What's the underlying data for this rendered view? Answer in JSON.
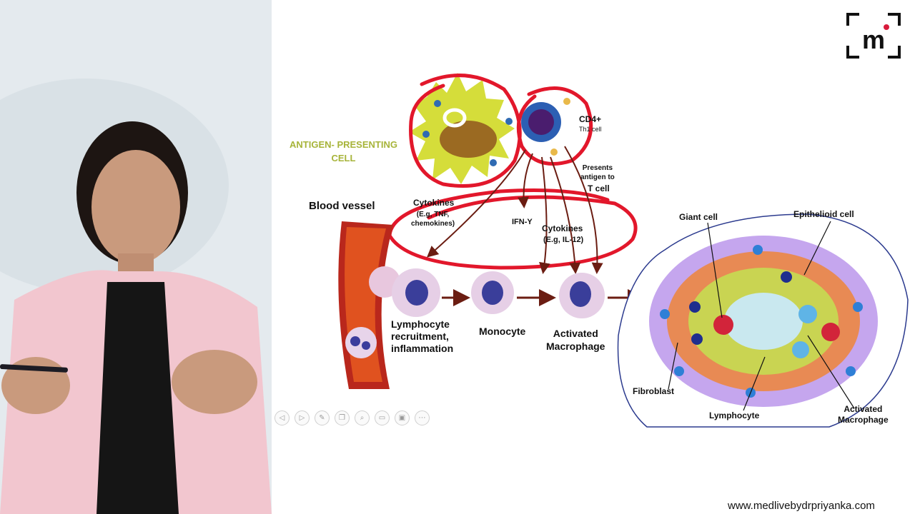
{
  "diagram": {
    "apc_label": "ANTIGEN- PRESENTING\nCELL",
    "cd4_label": "CD4+",
    "th1_label": "Th1 cell",
    "presents_label": "Presents\nantigen to",
    "tcell_label": "T cell",
    "blood_vessel_label": "Blood vessel",
    "cytokines1_label": "Cytokines",
    "cytokines1_sub": "(E.g, TNF,\nchemokines)",
    "ifn_label": "IFN-Y",
    "cytokines2_label": "Cytokines",
    "cytokines2_sub": "(E.g, IL-12)",
    "lymphocyte_recruit_label": "Lymphocyte\nrecruitment,\ninflammation",
    "monocyte_label": "Monocyte",
    "activated_macrophage_label": "Activated\nMacrophage",
    "giant_cell_label": "Giant cell",
    "epithelioid_label": "Epithelioid cell",
    "fibroblast_label": "Fibroblast",
    "lymphocyte_label": "Lymphocyte",
    "granuloma_macrophage_label": "Activated\nMacrophage"
  },
  "toolbar": {
    "icons": [
      "prev-icon",
      "next-icon",
      "pen-icon",
      "copy-icon",
      "zoom-icon",
      "captions-icon",
      "camera-icon",
      "more-icon"
    ],
    "glyphs": [
      "◁",
      "▷",
      "✎",
      "❐",
      "⌕",
      "▭",
      "▣",
      "⋯"
    ]
  },
  "brand": {
    "logo_letter": "m",
    "website": "www.medlivebydrpriyanka.com",
    "accent": "#d81b3c"
  }
}
